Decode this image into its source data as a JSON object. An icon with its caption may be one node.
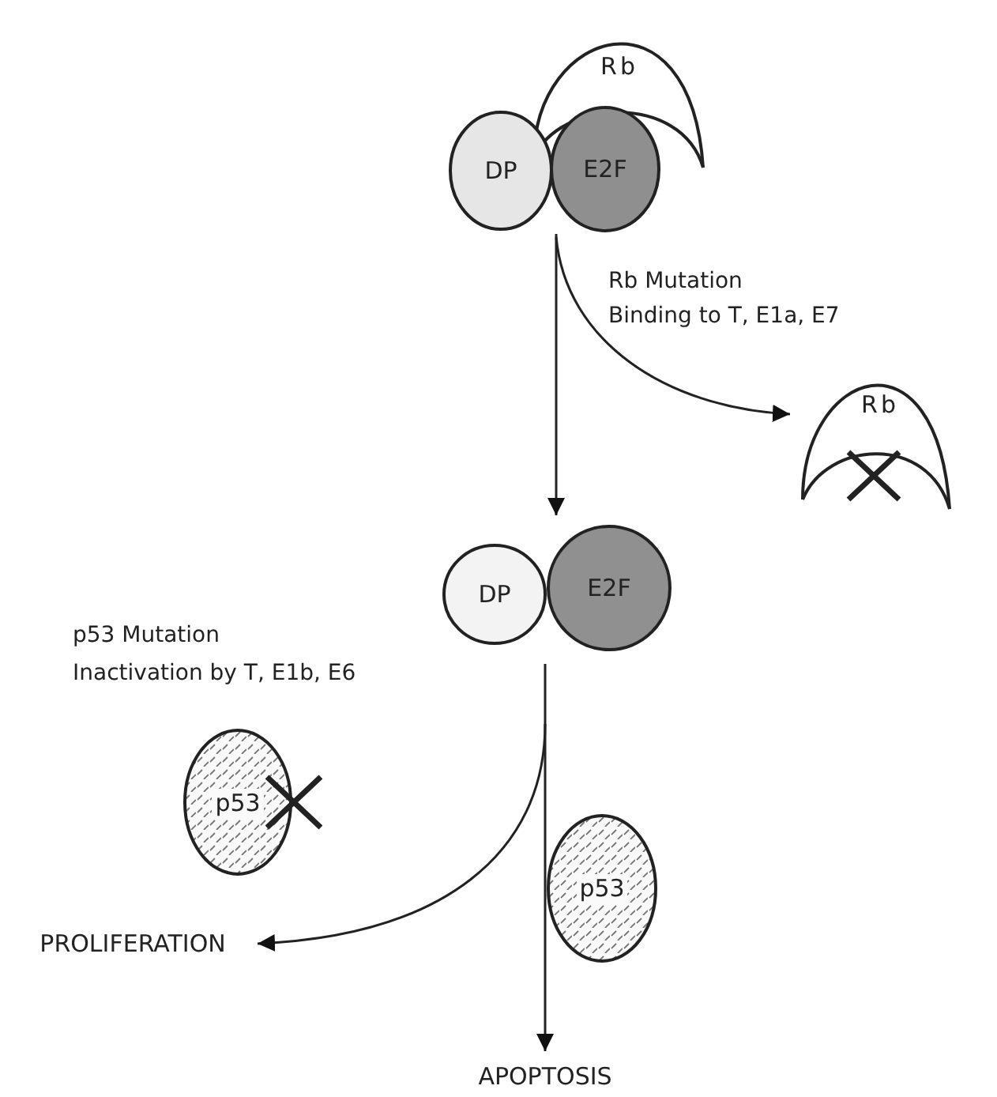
{
  "diagram": {
    "nodes": [
      {
        "text": [
          "Rb"
        ]
      },
      {
        "text": [
          "DP"
        ]
      },
      {
        "text": [
          "E2F"
        ]
      },
      {
        "text": [
          "Rb"
        ]
      },
      {
        "text": [
          "DP"
        ]
      },
      {
        "text": [
          "E2F"
        ]
      },
      {
        "text": [
          "p53"
        ]
      },
      {
        "text": [
          "p53"
        ]
      },
      {
        "text": [
          "PROLIFERATION"
        ]
      },
      {
        "text": [
          "APOPTOSIS"
        ]
      }
    ],
    "edges": [
      {
        "from": 2,
        "to": 5,
        "arrow": "to"
      },
      {
        "from": 2,
        "to": 3,
        "arrow": "to"
      },
      {
        "from": 5,
        "to": 8,
        "arrow": "to"
      },
      {
        "from": 5,
        "to": 9,
        "arrow": "to"
      }
    ],
    "labels": [
      "Rb Mutation",
      "Binding to T, E1a, E7",
      "p53 Mutation",
      "Inactivation by T, E1b, E6"
    ]
  }
}
